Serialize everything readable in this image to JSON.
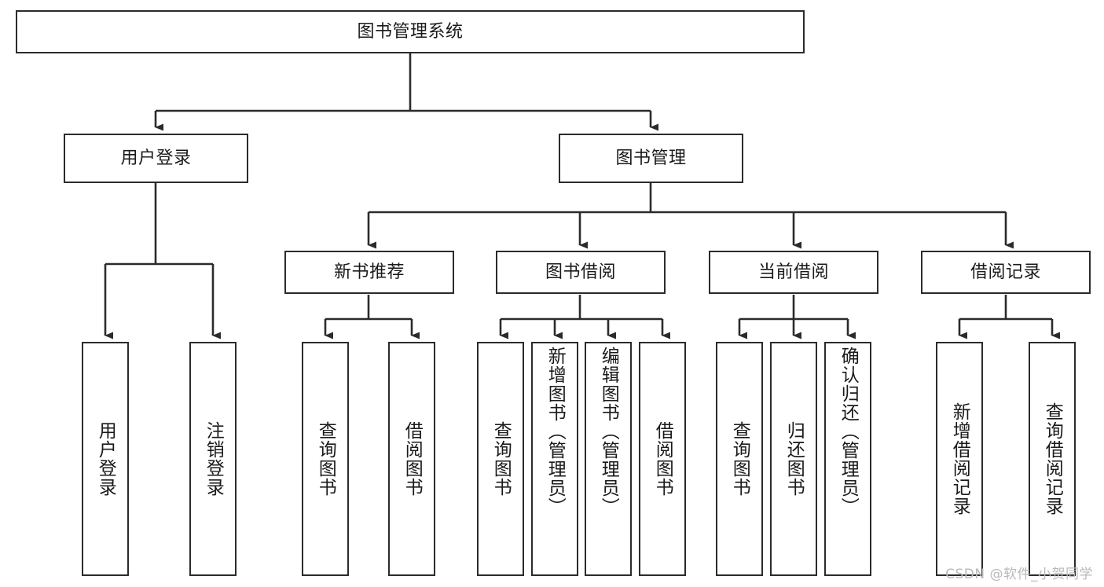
{
  "diagram": {
    "type": "tree",
    "title": "图书管理系统",
    "watermark": "CSDN @软件_小贺同学",
    "colors": {
      "stroke": "#2b2b2b",
      "fill": "#ffffff",
      "text": "#1a1a1a",
      "watermark": "#b9b9b9"
    },
    "levels": {
      "root": {
        "label": "图书管理系统"
      },
      "level2": [
        {
          "label": "用户登录"
        },
        {
          "label": "图书管理"
        }
      ],
      "level3": [
        {
          "label": "新书推荐"
        },
        {
          "label": "图书借阅"
        },
        {
          "label": "当前借阅"
        },
        {
          "label": "借阅记录"
        }
      ],
      "leaves": [
        {
          "label": "用户登录",
          "parent": "用户登录"
        },
        {
          "label": "注销登录",
          "parent": "用户登录"
        },
        {
          "label": "查询图书",
          "parent": "新书推荐"
        },
        {
          "label": "借阅图书",
          "parent": "新书推荐"
        },
        {
          "label": "查询图书",
          "parent": "图书借阅"
        },
        {
          "label": "新增图书（管理员）",
          "parent": "图书借阅"
        },
        {
          "label": "编辑图书（管理员）",
          "parent": "图书借阅"
        },
        {
          "label": "借阅图书",
          "parent": "图书借阅"
        },
        {
          "label": "查询图书",
          "parent": "当前借阅"
        },
        {
          "label": "归还图书",
          "parent": "当前借阅"
        },
        {
          "label": "确认归还（管理员）",
          "parent": "当前借阅"
        },
        {
          "label": "新增借阅记录",
          "parent": "借阅记录"
        },
        {
          "label": "查询借阅记录",
          "parent": "借阅记录"
        }
      ]
    }
  }
}
